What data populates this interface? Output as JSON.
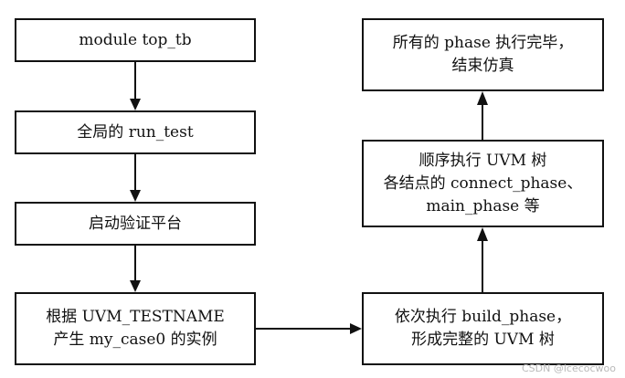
{
  "nodes": {
    "module_top_tb": {
      "lines": [
        "module top_tb"
      ]
    },
    "global_run_test": {
      "lines": [
        "全局的 run_test"
      ]
    },
    "start_platform": {
      "lines": [
        "启动验证平台"
      ]
    },
    "create_case": {
      "lines": [
        "根据 UVM_TESTNAME",
        "产生 my_case0 的实例"
      ]
    },
    "build_phase": {
      "lines": [
        "依次执行 build_phase，",
        "形成完整的 UVM 树"
      ]
    },
    "connect_main_phase": {
      "lines": [
        "顺序执行 UVM 树",
        "各结点的 connect_phase、",
        "main_phase 等"
      ]
    },
    "end_sim": {
      "lines": [
        "所有的 phase 执行完毕，",
        "结束仿真"
      ]
    }
  },
  "watermark": "CSDN @lcecocwoo"
}
